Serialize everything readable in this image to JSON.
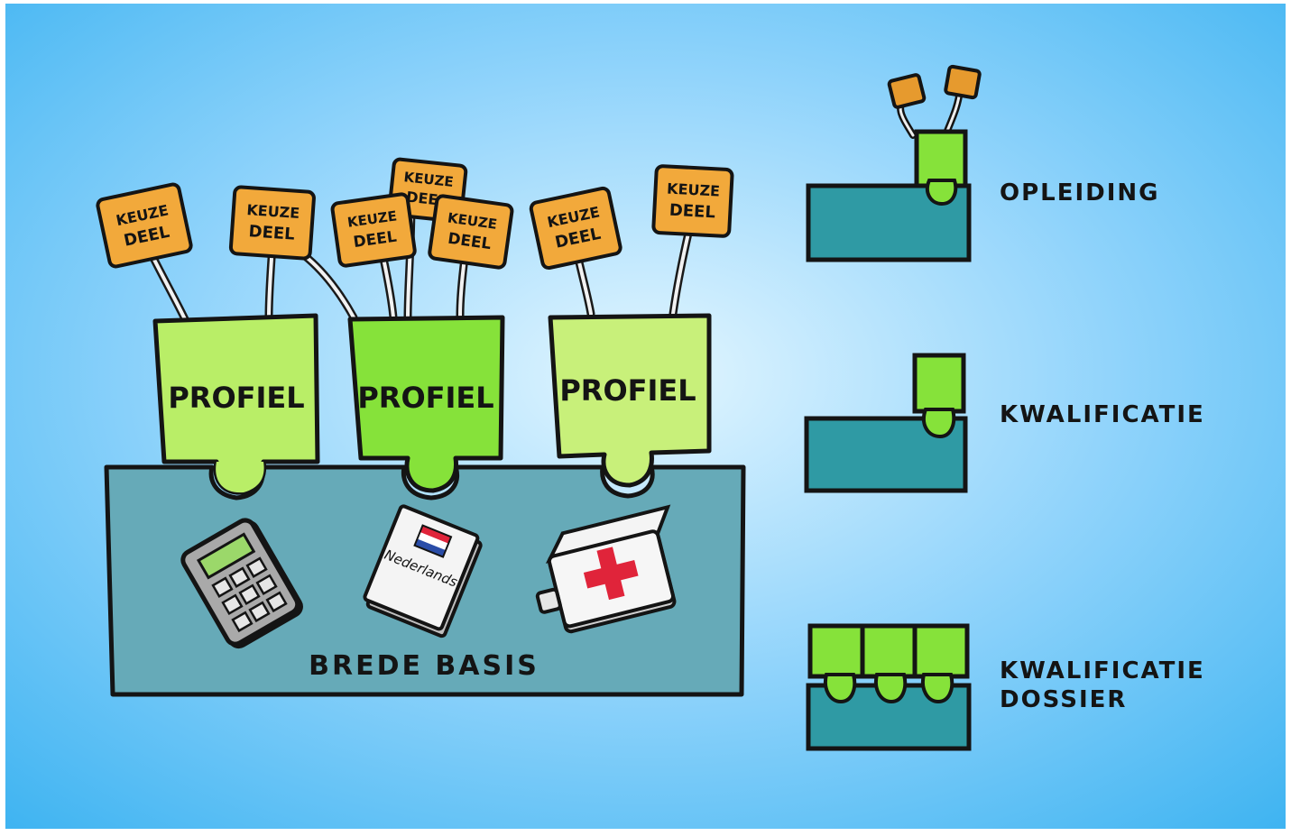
{
  "diagram": {
    "keuze_label_line1": "KEUZE",
    "keuze_label_line2": "DEEL",
    "profiel_labels": [
      "PROFIEL",
      "PROFIEL",
      "PROFIEL"
    ],
    "base_label": "BREDE BASIS",
    "book_label": "Nederlands"
  },
  "legend": {
    "items": [
      {
        "label": "OPLEIDING"
      },
      {
        "label": "KWALIFICATIE"
      },
      {
        "label_line1": "KWALIFICATIE",
        "label_line2": "DOSSIER"
      }
    ]
  },
  "colors": {
    "background_center": "#dff4ff",
    "background_edge": "#3fb5f2",
    "base_teal": "#5fa8b6",
    "legend_teal": "#2f9aa4",
    "profiel_green_light": "#b8ef66",
    "profiel_green": "#86e23a",
    "keuze_orange": "#f2a93b",
    "first_aid_red": "#e0243a"
  }
}
